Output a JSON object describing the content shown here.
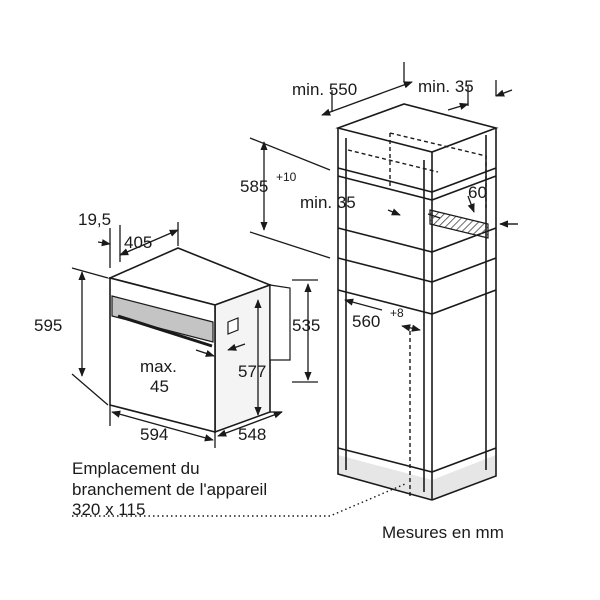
{
  "labels": {
    "min550": "min. 550",
    "min35_top": "min. 35",
    "d585": "585",
    "d585_sup": "+10",
    "min35_mid": "min. 35",
    "d60": "60",
    "d560": "560",
    "d560_sup": "+8",
    "d19_5": "19,5",
    "d405": "405",
    "d595": "595",
    "d535": "535",
    "max": "max.",
    "d45": "45",
    "d577": "577",
    "d594": "594",
    "d548": "548",
    "connection_line1": "Emplacement du",
    "connection_line2": "branchement de l'appareil",
    "connection_line3": "320 x 115",
    "units": "Mesures en mm"
  },
  "colors": {
    "line": "#1a1a1a",
    "cabinet_base": "#e6e6e6",
    "oven_panel": "#c4c4c4",
    "hatch": "#555555"
  }
}
